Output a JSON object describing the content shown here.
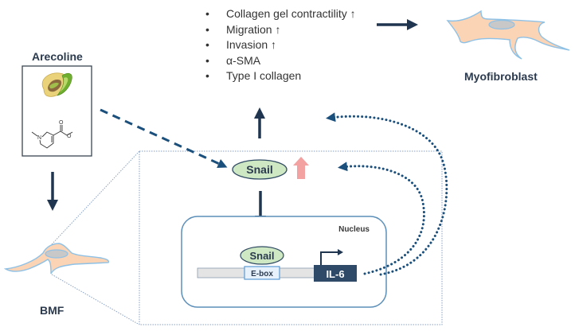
{
  "figure": {
    "colors": {
      "arrow_navy": "#1f3550",
      "dashed_arrow": "#1b4f7c",
      "dotted_feedback": "#1b4f7c",
      "zoom_outline": "#8aa2c4",
      "nucleus_border": "#5b8fb9",
      "snail_fill": "#cfe8c4",
      "snail_border": "#2f4a63",
      "upregulation_arrow": "#f4a1a1",
      "il6_box": "#2e4a68",
      "ebox_fill": "#e6f1fb",
      "ebox_border": "#5b9bd5",
      "dna_strand": "#e4e4e4",
      "cell_fill": "#fbd3b5",
      "cell_border": "#8ec1e6",
      "cell_nucleus": "#c8c8c8"
    },
    "arecoline": {
      "title": "Arecoline",
      "areca_nut_image": "areca-nut",
      "structure_image": "arecoline-chemical-structure",
      "structure_atoms": [
        "N",
        "O",
        "O"
      ]
    },
    "bmf": {
      "label": "BMF"
    },
    "myofibroblast": {
      "label": "Myofibroblast"
    },
    "outcomes": [
      {
        "text": "Collagen gel contractility ↑"
      },
      {
        "text": "Migration ↑"
      },
      {
        "text": "Invasion ↑"
      },
      {
        "text": "α-SMA"
      },
      {
        "text": "Type I collagen"
      }
    ],
    "cytoplasm": {
      "snail_label": "Snail",
      "upregulation_icon": "up-arrow-icon"
    },
    "nucleus": {
      "label": "Nucleus",
      "snail_label": "Snail",
      "ebox_label": "E-box",
      "gene_label": "IL-6",
      "promoter_icon": "transcription-start-arrow-icon"
    }
  }
}
